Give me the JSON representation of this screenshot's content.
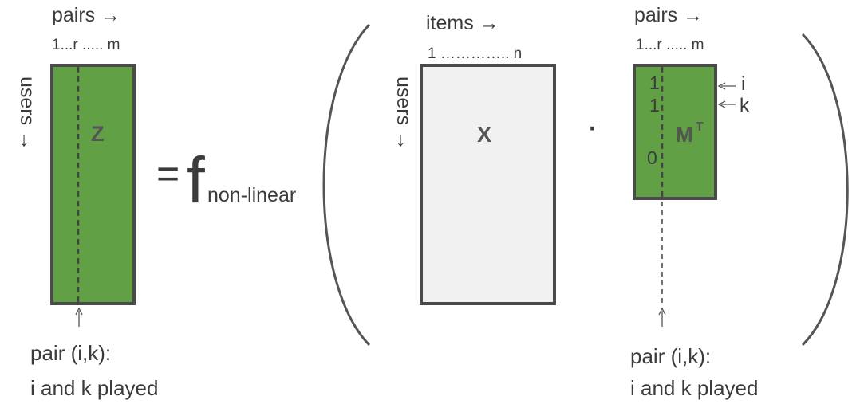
{
  "left_matrix": {
    "top_label": "pairs →",
    "index_label": "1...r ..... m",
    "side_label": "users →",
    "letter": "Z",
    "fill_color": "#62a046",
    "caption_line1": "pair (i,k):",
    "caption_line2": "i and k played"
  },
  "equation": {
    "equals": "=",
    "function": "f",
    "subscript": "non-linear",
    "dot": "·"
  },
  "x_matrix": {
    "top_label": "items →",
    "index_label": "1 ………….. n",
    "side_label": "users →",
    "letter": "X",
    "fill_color": "#f1f1f1"
  },
  "m_matrix": {
    "top_label": "pairs →",
    "index_label": "1...r ..... m",
    "letter": "M",
    "superscript": "T",
    "fill_color": "#62a046",
    "column_values": [
      "1",
      "1",
      "0"
    ],
    "row_label_i": "i",
    "row_label_k": "k",
    "caption_line1": "pair (i,k):",
    "caption_line2": "i and k played"
  }
}
